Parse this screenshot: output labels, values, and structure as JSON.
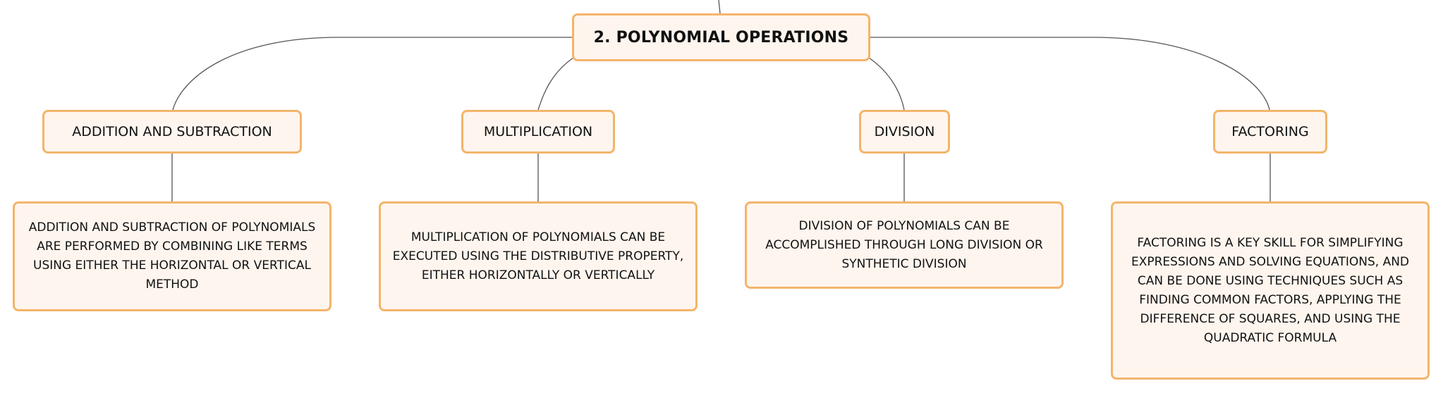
{
  "root": {
    "label": "2. POLYNOMIAL OPERATIONS"
  },
  "branches": [
    {
      "label": "ADDITION AND SUBTRACTION",
      "description": "ADDITION AND SUBTRACTION OF POLYNOMIALS ARE PERFORMED BY COMBINING LIKE TERMS USING EITHER THE HORIZONTAL OR VERTICAL METHOD"
    },
    {
      "label": "MULTIPLICATION",
      "description": "MULTIPLICATION OF POLYNOMIALS CAN BE EXECUTED USING THE DISTRIBUTIVE PROPERTY, EITHER HORIZONTALLY OR VERTICALLY"
    },
    {
      "label": "DIVISION",
      "description": "DIVISION OF POLYNOMIALS CAN BE ACCOMPLISHED THROUGH LONG DIVISION OR SYNTHETIC DIVISION"
    },
    {
      "label": "FACTORING",
      "description": "FACTORING IS A KEY SKILL FOR SIMPLIFYING EXPRESSIONS AND SOLVING EQUATIONS, AND CAN BE DONE USING TECHNIQUES SUCH AS FINDING COMMON FACTORS, APPLYING THE DIFFERENCE OF SQUARES, AND USING THE QUADRATIC FORMULA"
    }
  ],
  "colors": {
    "node_fill": "#fef5ee",
    "node_border": "#f3b56a",
    "connector": "#555555",
    "text": "#111111"
  }
}
